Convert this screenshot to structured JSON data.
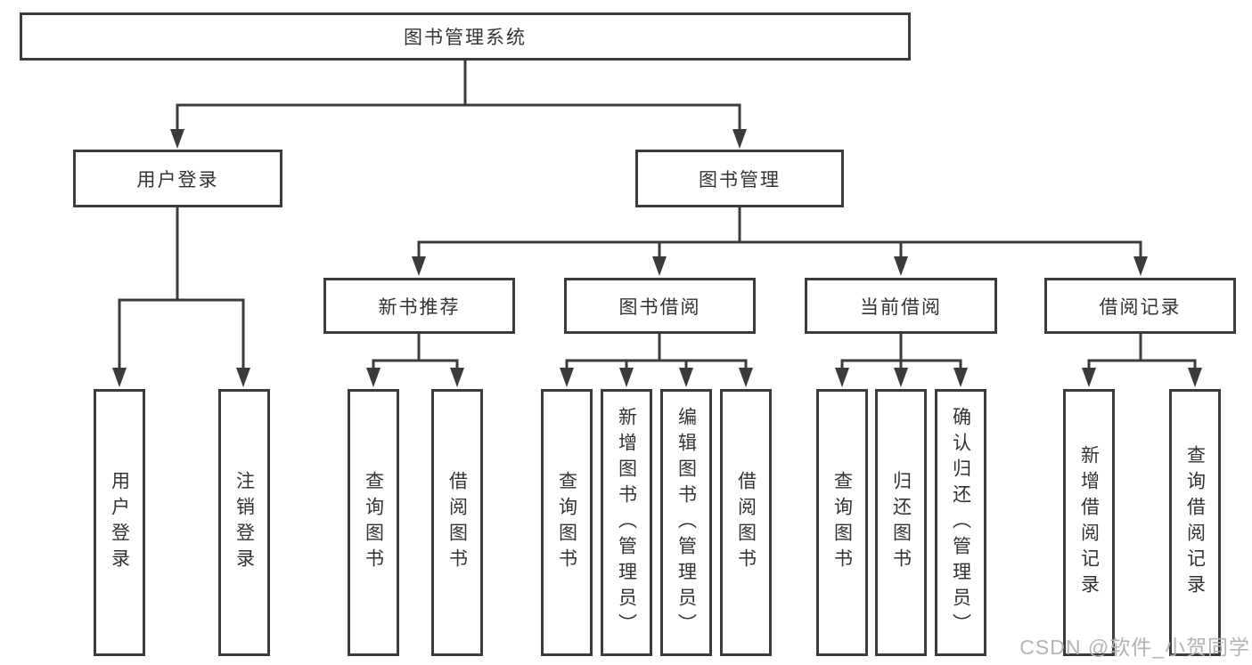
{
  "diagram": {
    "root": {
      "label": "图书管理系统"
    },
    "branches": [
      {
        "label": "用户登录",
        "children": [
          {
            "label": "用户登录"
          },
          {
            "label": "注销登录"
          }
        ]
      },
      {
        "label": "图书管理",
        "children": [
          {
            "label": "新书推荐",
            "children": [
              {
                "label": "查询图书"
              },
              {
                "label": "借阅图书"
              }
            ]
          },
          {
            "label": "图书借阅",
            "children": [
              {
                "label": "查询图书"
              },
              {
                "label": "新增图书（管理员）"
              },
              {
                "label": "编辑图书（管理员）"
              },
              {
                "label": "借阅图书"
              }
            ]
          },
          {
            "label": "当前借阅",
            "children": [
              {
                "label": "查询图书"
              },
              {
                "label": "归还图书"
              },
              {
                "label": "确认归还（管理员）"
              }
            ]
          },
          {
            "label": "借阅记录",
            "children": [
              {
                "label": "新增借阅记录"
              },
              {
                "label": "查询借阅记录"
              }
            ]
          }
        ]
      }
    ],
    "watermark": "CSDN @软件_小贺同学",
    "colors": {
      "line": "#3b3b3b",
      "text": "#333333",
      "watermark": "#b3b3b3",
      "background": "#ffffff"
    }
  }
}
